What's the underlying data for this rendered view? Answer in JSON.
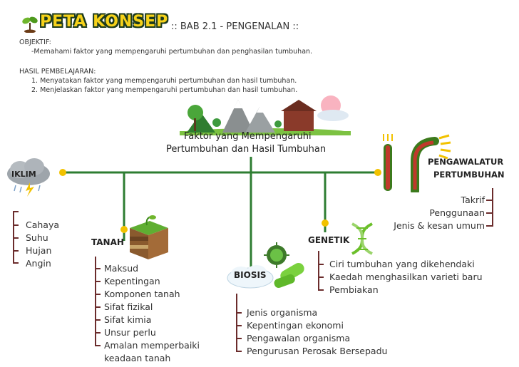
{
  "header": {
    "badge": "PETA KONSEP",
    "chapter": ":: BAB 2.1 - PENGENALAN ::",
    "objective_heading": "OBJEKTIF:",
    "objective_text": "-Memahami faktor yang mempengaruhi pertumbuhan dan penghasilan tumbuhan.",
    "outcomes_heading": "HASIL PEMBELAJARAN:",
    "outcomes": [
      "1. Menyatakan faktor yang mempengaruhi pertumbuhan dan hasil tumbuhan.",
      "2. Menjelaskan faktor yang mempengaruhi pertumbuhan dan hasil tumbuhan."
    ]
  },
  "center": {
    "title_line1": "Faktor yang Mempengaruhi",
    "title_line2": "Pertumbuhan dan Hasil Tumbuhan"
  },
  "iklim": {
    "label": "IKLIM",
    "items": [
      "Cahaya",
      "Suhu",
      "Hujan",
      "Angin"
    ]
  },
  "tanah": {
    "label": "TANAH",
    "items": [
      "Maksud",
      "Kepentingan",
      "Komponen tanah",
      "Sifat fizikal",
      "Sifat kimia",
      "Unsur perlu",
      "Amalan memperbaiki",
      "keadaan tanah"
    ]
  },
  "biosis": {
    "label": "BIOSIS",
    "items": [
      "Jenis organisma",
      "Kepentingan ekonomi",
      "Pengawalan organisma",
      "Pengurusan Perosak Bersepadu"
    ]
  },
  "genetik": {
    "label": "GENETIK",
    "items": [
      "Ciri tumbuhan yang dikehendaki",
      "Kaedah menghasilkan varieti baru",
      "Pembiakan"
    ]
  },
  "pengawalatur": {
    "label_line1": "PENGAWALATUR",
    "label_line2": "PERTUMBUHAN",
    "items": [
      "Takrif",
      "Penggunaan",
      "Jenis & kesan umum"
    ]
  },
  "colors": {
    "main_line": "#2e7d32",
    "node_dot": "#f2c200",
    "bracket": "#6b2c2c",
    "badge": "#f6d21a"
  },
  "icons": [
    "sprout-icon",
    "cloud-storm-icon",
    "soil-layers-icon",
    "bacteria-icon",
    "dna-icon",
    "plant-tip-icon",
    "landscape-icon"
  ]
}
